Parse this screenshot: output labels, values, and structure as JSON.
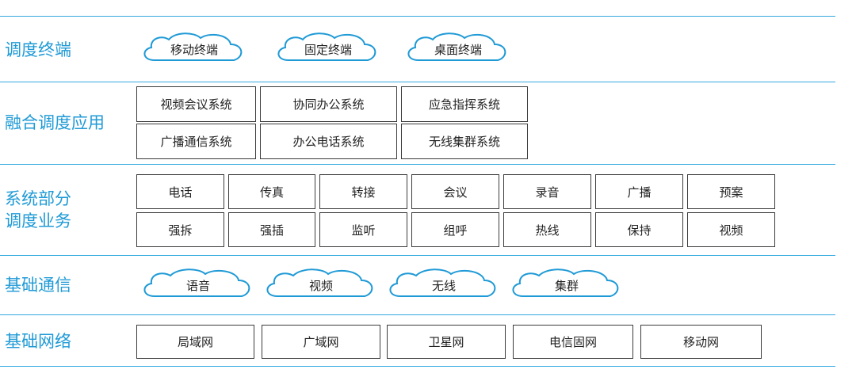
{
  "colors": {
    "accent": "#1f9ad6",
    "line": "#33a9e0",
    "box_border": "#3c3c3c",
    "text": "#222222"
  },
  "rows": {
    "terminals": {
      "label": "调度终端",
      "clouds": [
        "移动终端",
        "固定终端",
        "桌面终端"
      ]
    },
    "applications": {
      "label": "融合调度应用",
      "items": [
        "视频会议系统",
        "协同办公系统",
        "应急指挥系统",
        "广播通信系统",
        "办公电话系统",
        "无线集群系统"
      ]
    },
    "services": {
      "label_line1": "系统部分",
      "label_line2": "调度业务",
      "items": [
        "电话",
        "传真",
        "转接",
        "会议",
        "录音",
        "广播",
        "预案",
        "强拆",
        "强插",
        "监听",
        "组呼",
        "热线",
        "保持",
        "视频"
      ]
    },
    "basic_comm": {
      "label": "基础通信",
      "clouds": [
        "语音",
        "视频",
        "无线",
        "集群"
      ]
    },
    "basic_network": {
      "label": "基础网络",
      "items": [
        "局域网",
        "广域网",
        "卫星网",
        "电信固网",
        "移动网"
      ]
    }
  }
}
